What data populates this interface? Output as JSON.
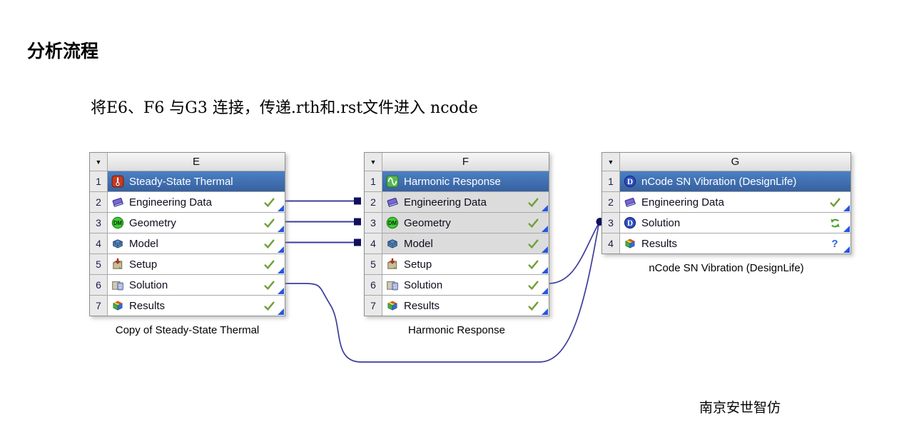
{
  "title": "分析流程",
  "subtitle": "将E6、F6 与G3 连接，传递.rth和.rst文件进入 ncode",
  "footer": "南京安世智仿",
  "header_menu_arrow": "▼",
  "colors": {
    "selected_row_blue": "#3f71b8",
    "shared_row_gray": "#dcdcdc",
    "check_green": "#70a03a",
    "refresh_green": "#4aa52e",
    "question_blue": "#3b6fd4",
    "link_line": "#3c3c9c",
    "link_port": "#10105e",
    "corner_triangle_blue": "#2456e0"
  },
  "systems": [
    {
      "id": "E",
      "caption": "Copy of Steady-State Thermal",
      "rows": [
        {
          "num": "1",
          "label": "Steady-State Thermal",
          "icon": "thermal",
          "state": "selected",
          "status": "none"
        },
        {
          "num": "2",
          "label": "Engineering Data",
          "icon": "book",
          "state": "normal",
          "status": "check"
        },
        {
          "num": "3",
          "label": "Geometry",
          "icon": "dm",
          "state": "normal",
          "status": "check"
        },
        {
          "num": "4",
          "label": "Model",
          "icon": "mesh",
          "state": "normal",
          "status": "check"
        },
        {
          "num": "5",
          "label": "Setup",
          "icon": "setup",
          "state": "normal",
          "status": "check"
        },
        {
          "num": "6",
          "label": "Solution",
          "icon": "solution",
          "state": "normal",
          "status": "check"
        },
        {
          "num": "7",
          "label": "Results",
          "icon": "results",
          "state": "normal",
          "status": "check"
        }
      ]
    },
    {
      "id": "F",
      "caption": "Harmonic Response",
      "rows": [
        {
          "num": "1",
          "label": "Harmonic Response",
          "icon": "harmonic",
          "state": "selected",
          "status": "none"
        },
        {
          "num": "2",
          "label": "Engineering Data",
          "icon": "book",
          "state": "shared",
          "status": "check"
        },
        {
          "num": "3",
          "label": "Geometry",
          "icon": "dm",
          "state": "shared",
          "status": "check"
        },
        {
          "num": "4",
          "label": "Model",
          "icon": "mesh",
          "state": "shared",
          "status": "check"
        },
        {
          "num": "5",
          "label": "Setup",
          "icon": "setup",
          "state": "normal",
          "status": "check"
        },
        {
          "num": "6",
          "label": "Solution",
          "icon": "solution",
          "state": "normal",
          "status": "check"
        },
        {
          "num": "7",
          "label": "Results",
          "icon": "results",
          "state": "normal",
          "status": "check"
        }
      ]
    },
    {
      "id": "G",
      "caption": "nCode SN Vibration (DesignLife)",
      "rows": [
        {
          "num": "1",
          "label": "nCode SN Vibration (DesignLife)",
          "icon": "ncode",
          "state": "selected",
          "status": "none"
        },
        {
          "num": "2",
          "label": "Engineering Data",
          "icon": "book",
          "state": "normal",
          "status": "check"
        },
        {
          "num": "3",
          "label": "Solution",
          "icon": "ncode",
          "state": "normal",
          "status": "refresh"
        },
        {
          "num": "4",
          "label": "Results",
          "icon": "results",
          "state": "normal",
          "status": "question"
        }
      ]
    }
  ],
  "links": [
    {
      "from": "E2",
      "to": "F2"
    },
    {
      "from": "E3",
      "to": "F3"
    },
    {
      "from": "E4",
      "to": "F4"
    },
    {
      "from": "E6",
      "to": "G3"
    },
    {
      "from": "F6",
      "to": "G3"
    }
  ]
}
